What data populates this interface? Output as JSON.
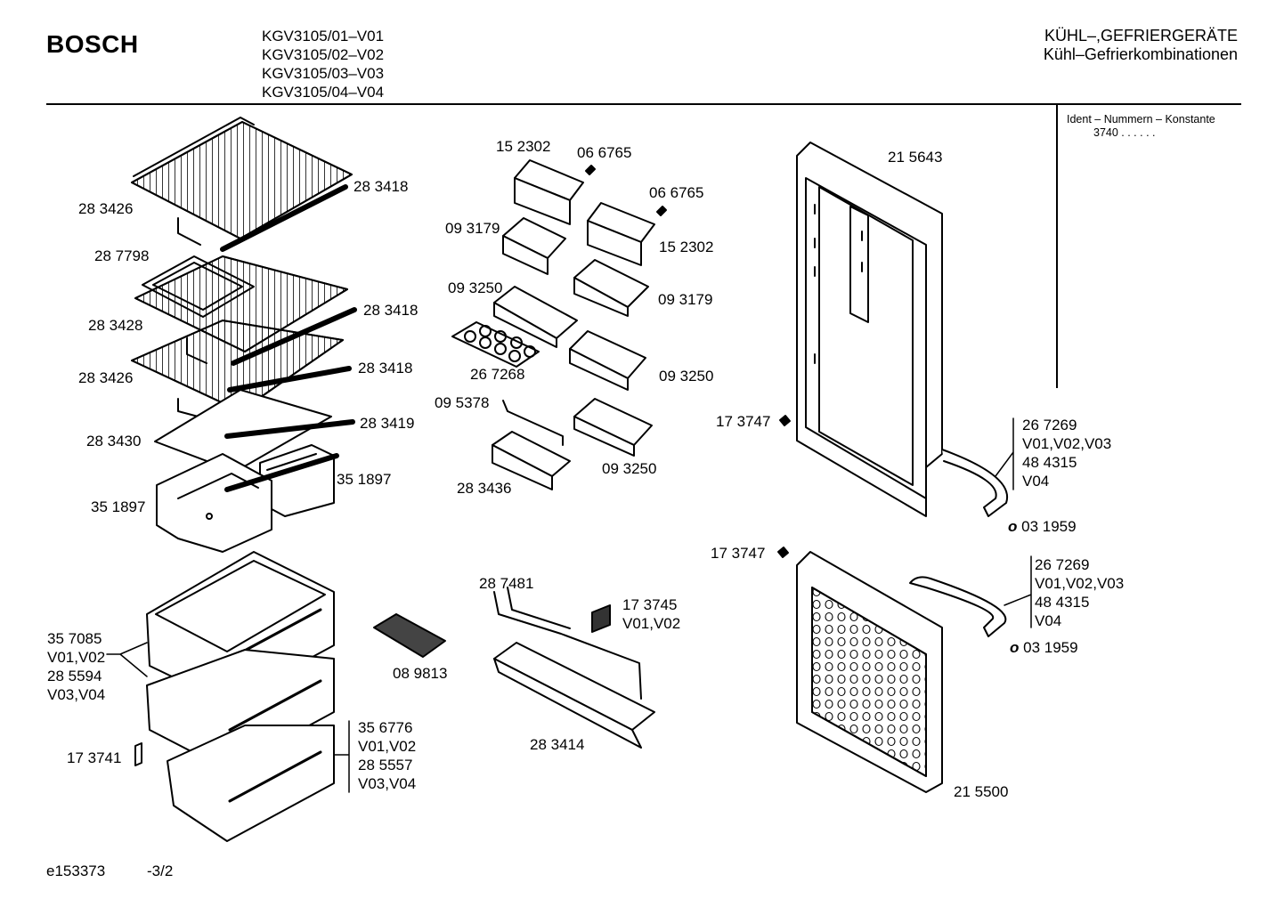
{
  "header": {
    "brand": "BOSCH",
    "models": [
      "KGV3105/01–V01",
      "KGV3105/02–V02",
      "KGV3105/03–V03",
      "KGV3105/04–V04"
    ],
    "category": "KÜHL–,GEFRIERGERÄTE",
    "subcategory": "Kühl–Gefrierkombinationen"
  },
  "ident": {
    "title": "Ident – Nummern – Konstante",
    "value": "3740  .  .  .  .  .  ."
  },
  "parts": {
    "p283426a": "28 3426",
    "p283418a": "28 3418",
    "p287798": "28 7798",
    "p283428": "28 3428",
    "p283418b": "28 3418",
    "p283426b": "28 3426",
    "p283418c": "28 3418",
    "p283430": "28 3430",
    "p283419": "28 3419",
    "p351897a": "35 1897",
    "p351897b": "35 1897",
    "p152302a": "15 2302",
    "p066765a": "06 6765",
    "p066765b": "06 6765",
    "p093179a": "09 3179",
    "p152302b": "15 2302",
    "p093250a": "09 3250",
    "p093179b": "09 3179",
    "p267268": "26 7268",
    "p093250b": "09 3250",
    "p095378": "09 5378",
    "p093250c": "09 3250",
    "p283436": "28 3436",
    "p215643": "21 5643",
    "p173747a": "17 3747",
    "p031959a": "03 1959",
    "p173747b": "17 3747",
    "p031959b": "03 1959",
    "p215500": "21 5500",
    "p287481": "28 7481",
    "p173745": "17 3745",
    "p173745v": "V01,V02",
    "p089813": "08 9813",
    "p283414": "28 3414",
    "p173741": "17 3741"
  },
  "groups": {
    "handle_upper": [
      "26 7269",
      "V01,V02,V03",
      "48 4315",
      "V04"
    ],
    "handle_lower": [
      "26 7269",
      "V01,V02,V03",
      "48 4315",
      "V04"
    ],
    "drawers_upper": [
      "35 7085",
      "V01,V02",
      "28 5594",
      "V03,V04"
    ],
    "drawer_lower": [
      "35 6776",
      "V01,V02",
      "28 5557",
      "V03,V04"
    ]
  },
  "footer": {
    "doc_id": "e153373",
    "page": "-3/2"
  }
}
